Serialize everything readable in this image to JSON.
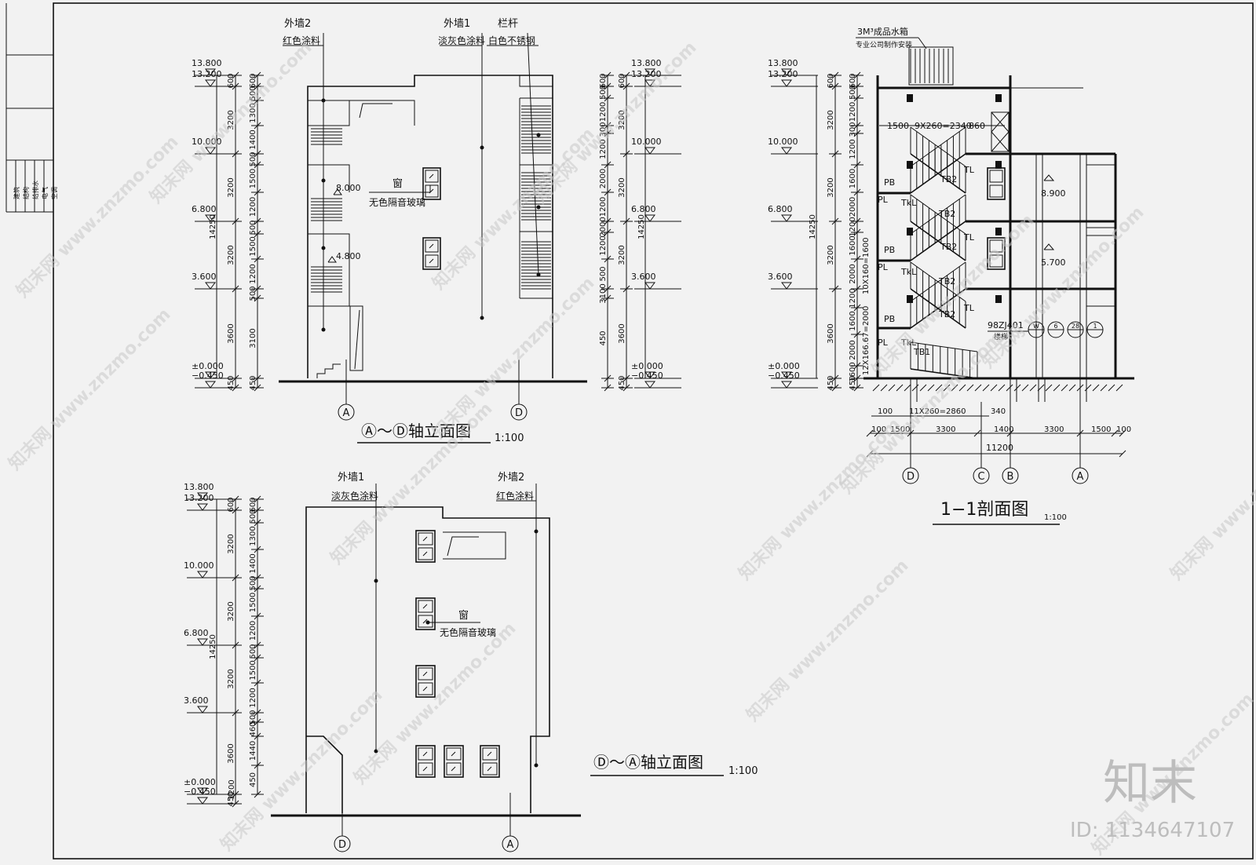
{
  "title_block": {
    "rows": [
      "建筑",
      "结构",
      "给排水",
      "电气",
      "空调"
    ]
  },
  "elevation_ad": {
    "title": "Ⓐ～Ⓓ轴立面图",
    "scale": "1:100",
    "left_levels": [
      "13.800",
      "13.200",
      "10.000",
      "6.800",
      "3.600",
      "±0.000",
      "−0.450"
    ],
    "right_levels": [
      "13.800",
      "13.200",
      "10.000",
      "6.800",
      "3.600",
      "±0.000",
      "−0.450"
    ],
    "left_dim_inner": [
      "600",
      "3200",
      "3200",
      "3200",
      "3600",
      "450"
    ],
    "left_dim_outer": [
      "600",
      "500",
      "1300",
      "1400",
      "500",
      "1500",
      "1200",
      "500",
      "1500",
      "1200",
      "500",
      "3100",
      "450"
    ],
    "left_total": "14250",
    "right_dim_outer": [
      "600",
      "500",
      "1200",
      "300",
      "1200",
      "2000",
      "1200",
      "2000",
      "1200",
      "500",
      "3100",
      "450"
    ],
    "right_dim_inner": [
      "600",
      "3200",
      "3200",
      "3200",
      "3600",
      "450"
    ],
    "right_total": "14250",
    "callouts": [
      {
        "name": "外墙2",
        "desc": "红色涂料"
      },
      {
        "name": "外墙1",
        "desc": "淡灰色涂料"
      },
      {
        "name": "栏杆",
        "desc": "白色不锈钢"
      }
    ],
    "window_label": "窗",
    "window_desc": "无色隔音玻璃",
    "mid_levels": [
      "8.000",
      "4.800"
    ],
    "axis_left": "A",
    "axis_right": "D"
  },
  "elevation_da": {
    "title": "Ⓓ～Ⓐ轴立面图",
    "scale": "1:100",
    "levels": [
      "13.800",
      "13.200",
      "10.000",
      "6.800",
      "3.600",
      "±0.000",
      "−0.450"
    ],
    "dim_inner": [
      "600",
      "3200",
      "3200",
      "3200",
      "3600",
      "1200",
      "450"
    ],
    "dim_outer": [
      "600",
      "500",
      "1300",
      "1400",
      "500",
      "1500",
      "1200",
      "500",
      "1500",
      "1200",
      "500",
      "460",
      "1440",
      "450"
    ],
    "total": "14250",
    "callouts": [
      {
        "name": "外墙1",
        "desc": "淡灰色涂料"
      },
      {
        "name": "外墙2",
        "desc": "红色涂料"
      }
    ],
    "window_label": "窗",
    "window_desc": "无色隔音玻璃",
    "axis_left": "D",
    "axis_right": "A"
  },
  "section_11": {
    "title": "1−1剖面图",
    "scale": "1:100",
    "tank_label_1": "3M³成品水箱",
    "tank_label_2": "专业公司制作安装",
    "levels": [
      "13.800",
      "13.200",
      "10.000",
      "6.800",
      "3.600",
      "±0.000",
      "−0.450"
    ],
    "dim_inner": [
      "600",
      "3200",
      "3200",
      "3200",
      "3600",
      "450"
    ],
    "dim_outer": [
      "600",
      "500",
      "1200",
      "300",
      "1200",
      "1600",
      "2000",
      "1200",
      "1600",
      "2000",
      "1200",
      "1600",
      "2000",
      "1600",
      "450"
    ],
    "total": "14250",
    "stair_dims": [
      "1500",
      "9X260=2340",
      "860"
    ],
    "stair_riser_1": "10X160=1600",
    "stair_riser_2": "12X166.67=2000",
    "labels": [
      "PB",
      "PL",
      "TkL",
      "TB2",
      "TL",
      "TB1"
    ],
    "floor_levels": [
      "8.900",
      "5.700"
    ],
    "ref_note": "98ZJ401",
    "ref_note2": "楼梯",
    "ref_circles": [
      "W",
      "6",
      "28",
      "1"
    ],
    "bottom_dims_1": [
      "100",
      "11X260=2860",
      "340"
    ],
    "bottom_dims_2": [
      "100",
      "1500",
      "3300",
      "1400",
      "3300",
      "1500",
      "100"
    ],
    "bottom_total": "11200",
    "axes": [
      "D",
      "C",
      "B",
      "A"
    ]
  },
  "watermark": {
    "brand": "知末",
    "id_text": "ID: 1134647107",
    "url": "www.znzmo.com",
    "cn": "知末网"
  }
}
